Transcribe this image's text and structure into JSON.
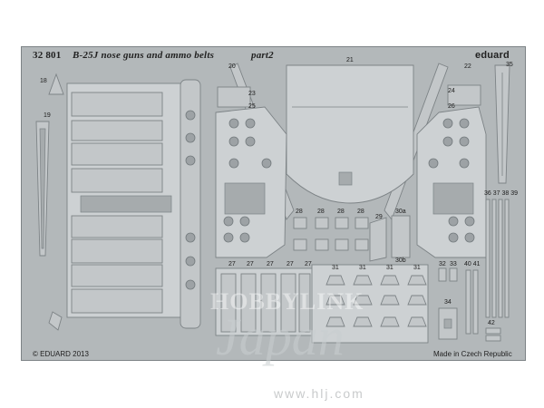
{
  "sheet": {
    "code": "32 801",
    "title": "B-25J nose guns and ammo belts",
    "part": "part2",
    "brand": "eduard",
    "copyright": "© EDUARD 2013",
    "made_in": "Made in Czech Republic"
  },
  "part_numbers": [
    "18",
    "19",
    "20",
    "21",
    "22",
    "23",
    "24",
    "25",
    "26",
    "27",
    "27",
    "27",
    "27",
    "27",
    "28",
    "28",
    "28",
    "28",
    "29",
    "30a",
    "30b",
    "31",
    "31",
    "31",
    "31",
    "32",
    "33",
    "34",
    "35",
    "36 37 38 39",
    "40 41",
    "42"
  ],
  "watermark": {
    "line1": "HOBBYLINK",
    "line2": "Japan",
    "url": "www.hlj.com"
  },
  "colors": {
    "fret_metal": "#b3b8ba",
    "part_metal": "#c3c7c9",
    "outline": "#7d8386"
  }
}
